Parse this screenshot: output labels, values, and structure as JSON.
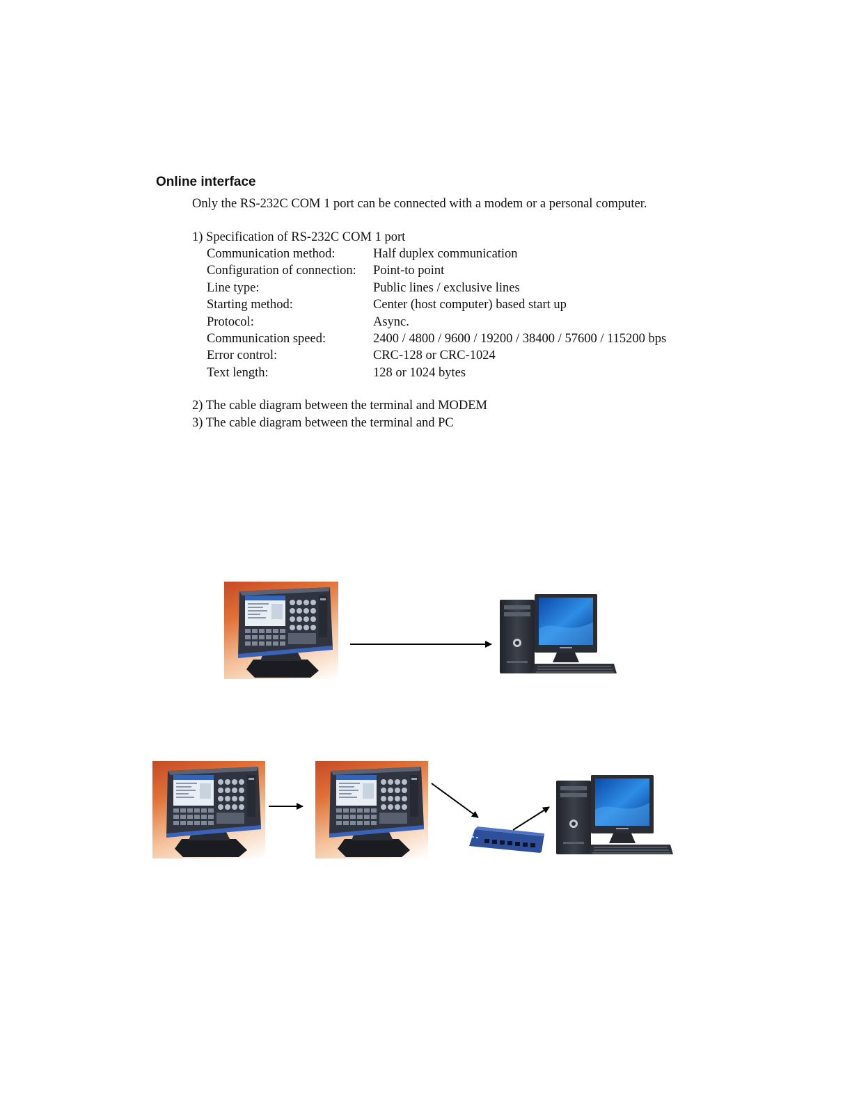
{
  "document": {
    "heading": "Online interface",
    "intro": "Only the RS-232C COM 1 port can be connected with a modem or a personal computer.",
    "spec_title": "1) Specification of RS-232C COM 1 port",
    "spec_rows": [
      {
        "label": "Communication method:",
        "value": "Half duplex communication"
      },
      {
        "label": "Configuration of connection:",
        "value": "Point-to point"
      },
      {
        "label": "Line type:",
        "value": "Public lines / exclusive lines"
      },
      {
        "label": "Starting method:",
        "value": "Center (host computer) based start up"
      },
      {
        "label": "Protocol:",
        "value": "Async."
      },
      {
        "label": "Communication speed:",
        "value": "2400 / 4800 / 9600 / 19200 / 38400 / 57600 / 115200 bps"
      },
      {
        "label": "Error control:",
        "value": "CRC-128 or CRC-1024"
      },
      {
        "label": "Text length:",
        "value": "128 or 1024 bytes"
      }
    ],
    "item2": "2) The cable diagram between the terminal and MODEM",
    "item3": "3) The cable diagram between the terminal and PC"
  },
  "diagrams": {
    "diagram1": [
      "pos-terminal-icon",
      "arrow-right",
      "desktop-pc-icon"
    ],
    "diagram2": [
      "pos-terminal-icon",
      "arrow-right",
      "pos-terminal-icon",
      "arrow-down-right",
      "network-switch-icon",
      "arrow-up-right",
      "desktop-pc-icon"
    ]
  },
  "colors": {
    "terminal_backdrop": "#e17036",
    "pc_screen": "#1a6fd6",
    "switch_body": "#2e4f9a"
  }
}
